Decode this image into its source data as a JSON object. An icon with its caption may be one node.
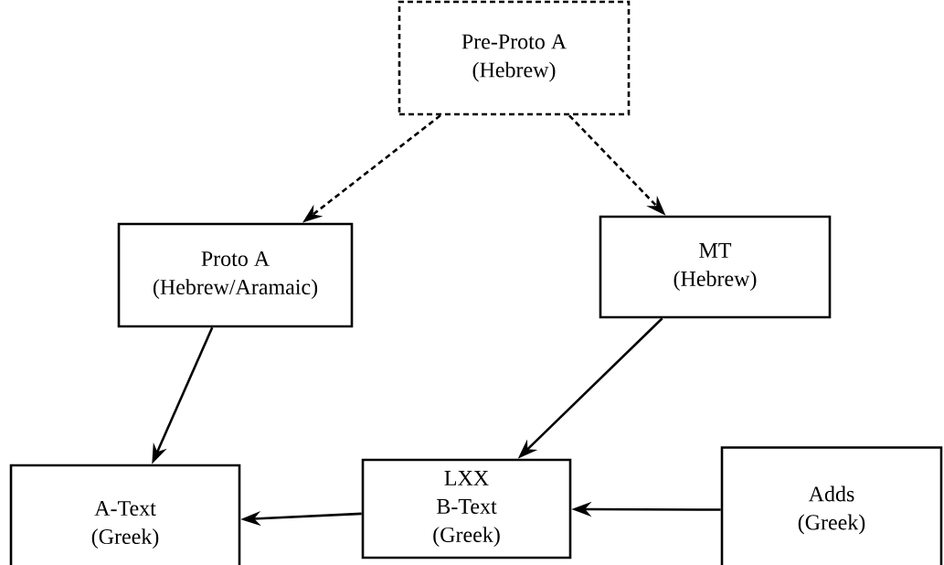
{
  "diagram": {
    "nodes": [
      {
        "text": [
          "Pre-Proto A",
          "(Hebrew)"
        ]
      },
      {
        "text": [
          "Proto A",
          "(Hebrew/Aramaic)"
        ]
      },
      {
        "text": [
          "MT",
          "(Hebrew)"
        ]
      },
      {
        "text": [
          "A-Text",
          "(Greek)"
        ]
      },
      {
        "text": [
          "LXX",
          "B-Text",
          "(Greek)"
        ]
      },
      {
        "text": [
          "Adds",
          "(Greek)"
        ]
      }
    ],
    "edges": [
      {
        "from": 0,
        "to": 1,
        "arrow": "to",
        "style": "dashed"
      },
      {
        "from": 0,
        "to": 2,
        "arrow": "to",
        "style": "dashed"
      },
      {
        "from": 1,
        "to": 3,
        "arrow": "to"
      },
      {
        "from": 2,
        "to": 4,
        "arrow": "to"
      },
      {
        "from": 4,
        "to": 3,
        "arrow": "to"
      },
      {
        "from": 5,
        "to": 4,
        "arrow": "to"
      }
    ]
  }
}
